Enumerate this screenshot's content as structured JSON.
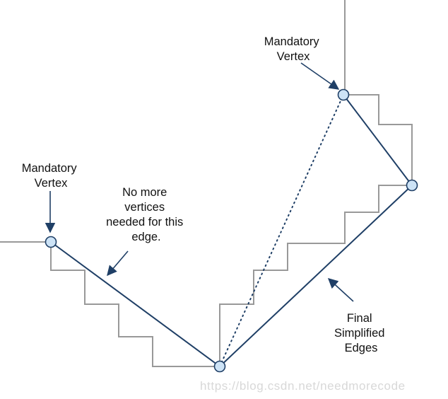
{
  "labels": {
    "mandatory_vertex_top": [
      "Mandatory",
      "Vertex"
    ],
    "mandatory_vertex_left": [
      "Mandatory",
      "Vertex"
    ],
    "no_more_vertices": [
      "No more",
      "vertices",
      "needed for this",
      "edge."
    ],
    "final_simplified": [
      "Final",
      "Simplified",
      "Edges"
    ]
  },
  "watermark": "https://blog.csdn.net/needmorecode",
  "colors": {
    "edge": "#1f3f66",
    "stair": "#999999",
    "vertex_fill": "#cde3f6",
    "text": "#111111"
  }
}
